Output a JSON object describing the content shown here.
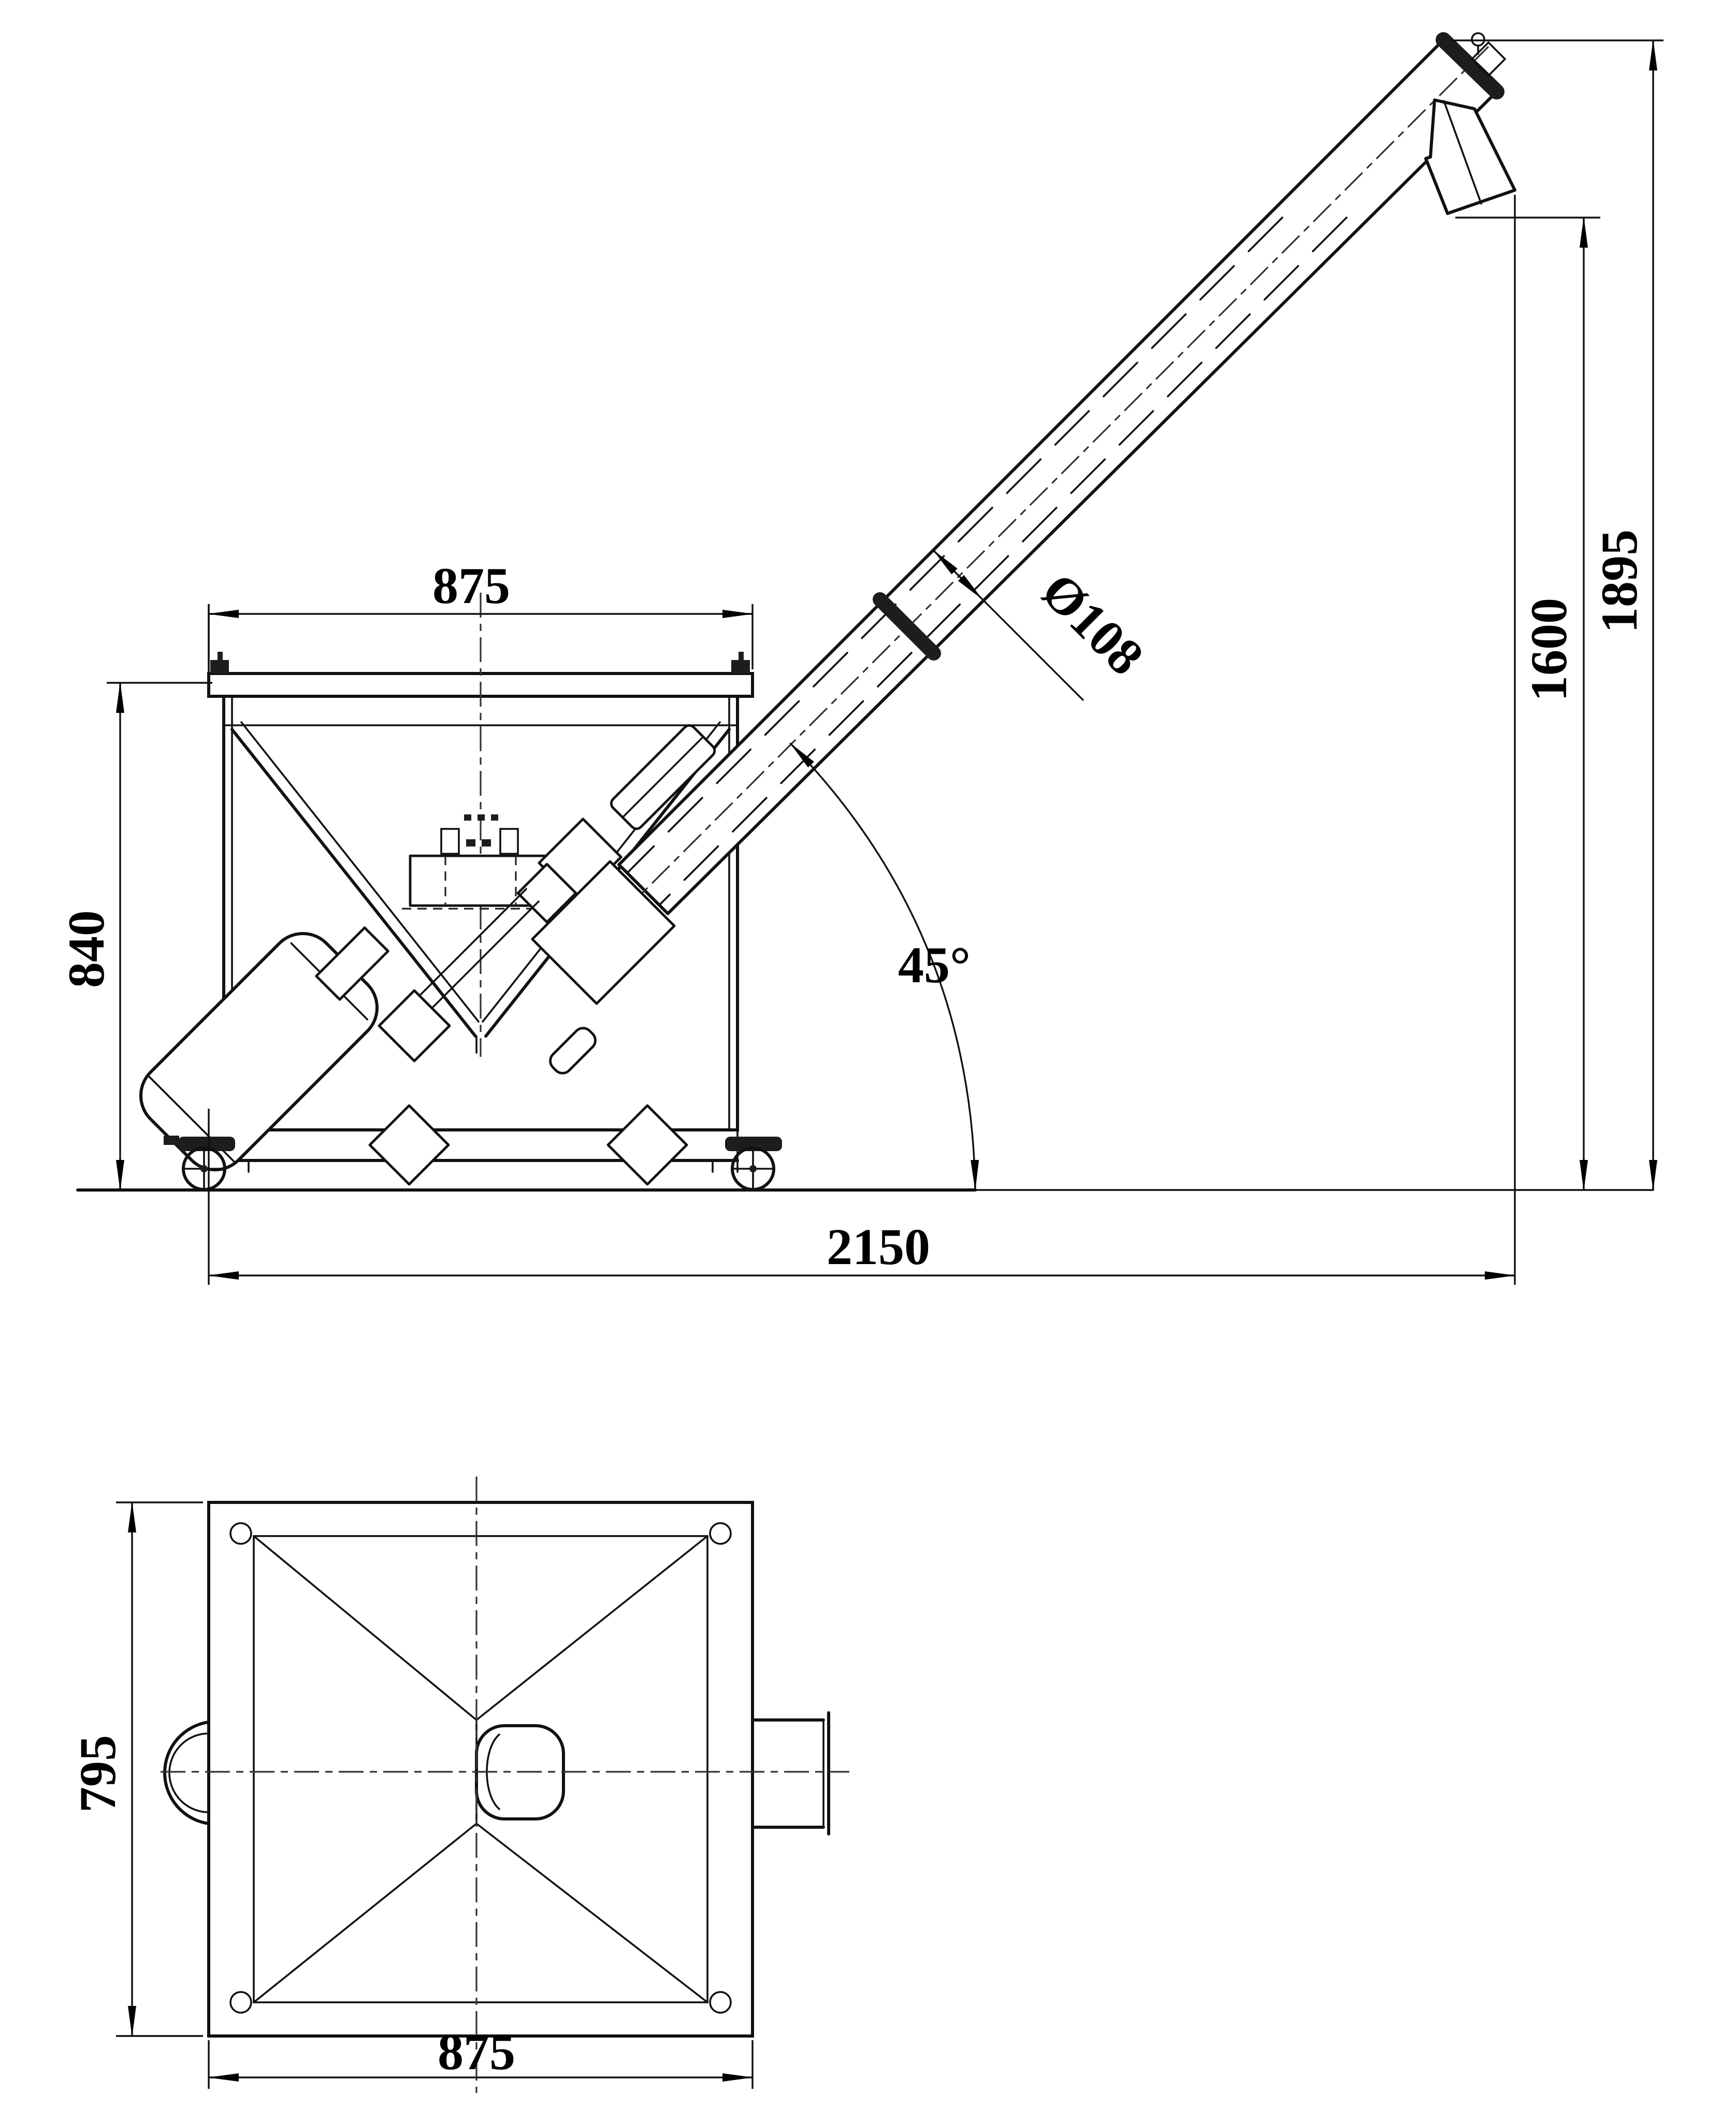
{
  "drawing": {
    "side_view": {
      "dim_top_width": "875",
      "dim_left_height": "840",
      "dim_bottom_length": "2150",
      "dim_outlet_height": "1600",
      "dim_overall_height": "1895",
      "dim_incline_angle": "45°",
      "dim_tube_diameter": "Ø108"
    },
    "plan_view": {
      "dim_left_depth": "795",
      "dim_bottom_width": "875"
    }
  }
}
